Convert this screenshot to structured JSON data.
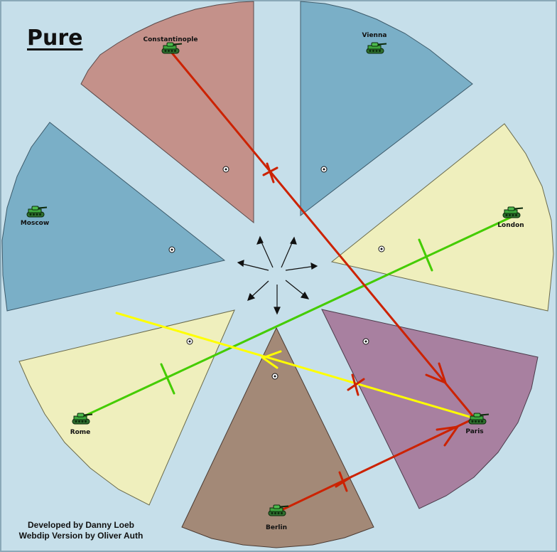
{
  "map": {
    "title": "Pure",
    "credits": [
      "Developed by Danny Loeb",
      "Webdip Version by Oliver Auth"
    ],
    "territories": [
      {
        "name": "Constantinople",
        "color": "#c4918a",
        "unit": "army-tank-icon"
      },
      {
        "name": "Vienna",
        "color": "#7aafc7",
        "unit": "army-tank-icon"
      },
      {
        "name": "London",
        "color": "#efefbd",
        "unit": "army-tank-icon"
      },
      {
        "name": "Paris",
        "color": "#a880a0",
        "unit": "army-tank-icon"
      },
      {
        "name": "Berlin",
        "color": "#a38977",
        "unit": "army-tank-icon"
      },
      {
        "name": "Rome",
        "color": "#efefbd",
        "unit": "army-tank-icon"
      },
      {
        "name": "Moscow",
        "color": "#7aafc7",
        "unit": "army-tank-icon"
      }
    ],
    "orders": [
      {
        "unit": "Constantinople",
        "type": "move",
        "to": "Paris",
        "status": "failed",
        "color": "#cc2200"
      },
      {
        "unit": "Berlin",
        "type": "move",
        "to": "Paris",
        "status": "failed",
        "color": "#cc2200"
      },
      {
        "unit": "Paris",
        "type": "move",
        "to": "Rome",
        "status": "failed",
        "color": "#ffff00"
      },
      {
        "unit": "London",
        "type": "support",
        "target": "Rome",
        "status": "cut",
        "color": "#44cc00"
      }
    ],
    "colors": {
      "water": "#c6dfea",
      "unit": "#3da63d",
      "failed": "#cc2200",
      "support": "#44cc00",
      "move_yellow": "#ffff00"
    }
  }
}
